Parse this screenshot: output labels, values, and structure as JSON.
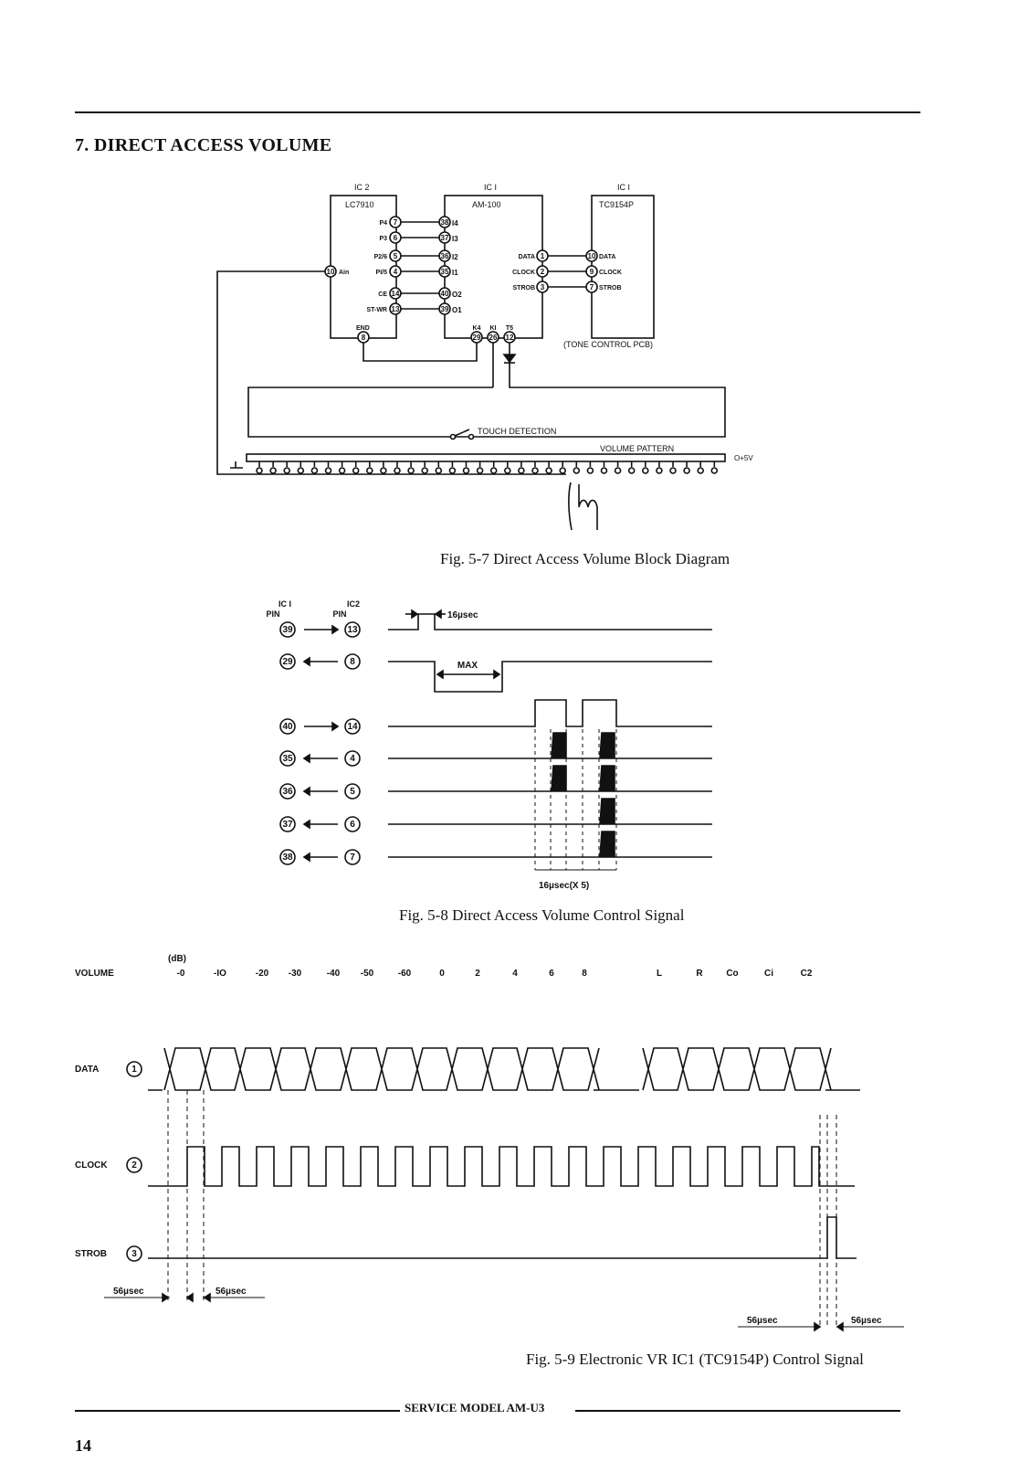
{
  "section": {
    "title": "7. DIRECT ACCESS VOLUME"
  },
  "fig57": {
    "caption": "Fig. 5-7  Direct Access Volume Block Diagram",
    "ic2": {
      "ref": "IC 2",
      "part": "LC7910",
      "pins": [
        "P4",
        "P3",
        "P2/6",
        "PI/5",
        "CE",
        "ST-WR",
        "END"
      ],
      "pin_nums": [
        "7",
        "6",
        "5",
        "4",
        "14",
        "13",
        "8"
      ],
      "ain_num": "10",
      "ain": "Ain"
    },
    "ic1a": {
      "ref": "IC I",
      "part": "AM-100",
      "left_pins": [
        "38",
        "37",
        "36",
        "35",
        "40",
        "39"
      ],
      "left_labels": [
        "I4",
        "I3",
        "I2",
        "I1",
        "O2",
        "O1"
      ],
      "right_labels": [
        "DATA",
        "CLOCK",
        "STROB"
      ],
      "right_nums": [
        "1",
        "2",
        "3"
      ],
      "bottom_labels": [
        "K4",
        "KI",
        "T5"
      ],
      "bottom_nums": [
        "29",
        "26",
        "12"
      ]
    },
    "ic1b": {
      "ref": "IC I",
      "part": "TC9154P",
      "nums": [
        "10",
        "9",
        "7"
      ],
      "labels": [
        "DATA",
        "CLOCK",
        "STROB"
      ]
    },
    "tone_pcb": "(TONE CONTROL PCB)",
    "touch": "TOUCH DETECTION",
    "pattern": "VOLUME PATTERN",
    "vplus": "O+5V"
  },
  "fig58": {
    "caption": "Fig. 5-8  Direct Access Volume Control Signal",
    "hdr_ic1": "IC I",
    "hdr_pin1": "PIN",
    "hdr_ic2": "IC2",
    "hdr_pin2": "PIN",
    "rows": [
      {
        "a": "39",
        "b": "13",
        "dir": "right"
      },
      {
        "a": "29",
        "b": "8",
        "dir": "left"
      },
      {
        "a": "40",
        "b": "14",
        "dir": "right"
      },
      {
        "a": "35",
        "b": "4",
        "dir": "left"
      },
      {
        "a": "36",
        "b": "5",
        "dir": "left"
      },
      {
        "a": "37",
        "b": "6",
        "dir": "left"
      },
      {
        "a": "38",
        "b": "7",
        "dir": "left"
      }
    ],
    "pulse_label": "16µsec",
    "max_label": "MAX",
    "bottom_label": "16µsec(X 5)"
  },
  "fig59": {
    "caption": "Fig. 5-9  Electronic VR IC1 (TC9154P) Control Signal",
    "db": "(dB)",
    "volume_label": "VOLUME",
    "volume_values": [
      "-0",
      "-IO",
      "-20",
      "-30",
      "-40",
      "-50",
      "-60",
      "0",
      "2",
      "4",
      "6",
      "8",
      "L",
      "R",
      "Co",
      "Ci",
      "C2"
    ],
    "signals": [
      {
        "label": "DATA",
        "num": "1"
      },
      {
        "label": "CLOCK",
        "num": "2"
      },
      {
        "label": "STROB",
        "num": "3"
      }
    ],
    "t1": "56µsec",
    "t2": "56µsec",
    "t3": "56µsec",
    "t4": "56µsec"
  },
  "footer": {
    "text": "SERVICE MODEL  AM-U3",
    "page": "14"
  }
}
